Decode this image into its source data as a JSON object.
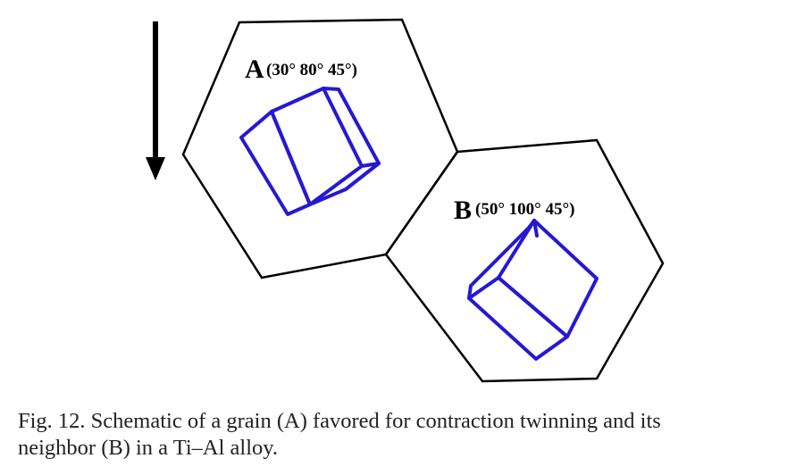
{
  "figure": {
    "grain_a": {
      "letter": "A",
      "angles": "(30° 80° 45°)"
    },
    "grain_b": {
      "letter": "B",
      "angles": "(50° 100° 45°)"
    },
    "colors": {
      "grain_outline": "#000000",
      "crystal": "#2419d4"
    }
  },
  "caption": {
    "line1": "Fig. 12. Schematic of a grain (A) favored for contraction twinning and its",
    "line2": "neighbor (B) in a Ti–Al alloy."
  }
}
